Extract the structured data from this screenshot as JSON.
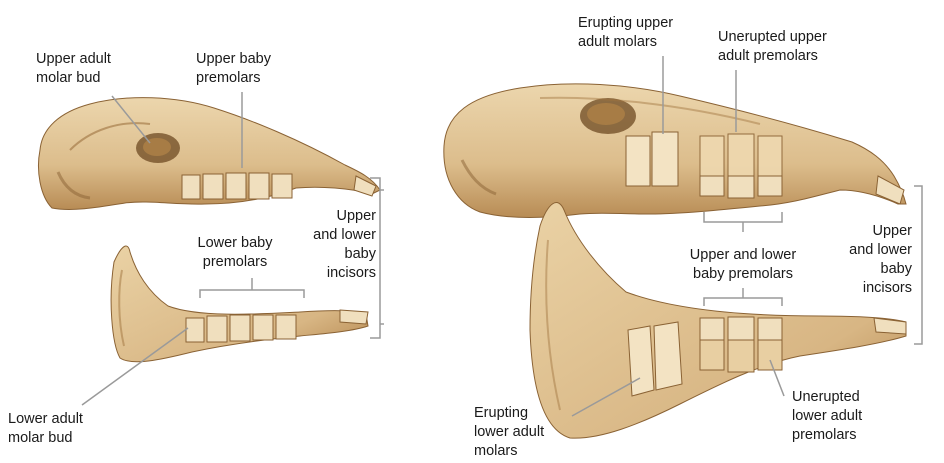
{
  "colors": {
    "bone": "#e3c79b",
    "bone_dark": "#b88c55",
    "bone_shadow": "#8a6234",
    "tooth": "#f0dfbe",
    "leader": "#9a9a9a",
    "text": "#1a1a1a"
  },
  "left_specimen": {
    "upper_adult_molar_bud": "Upper adult\nmolar bud",
    "upper_baby_premolars": "Upper baby\npremolars",
    "lower_baby_premolars": "Lower baby\npremolars",
    "upper_lower_baby_incisors": "Upper\nand lower\nbaby\nincisors",
    "lower_adult_molar_bud": "Lower adult\nmolar bud"
  },
  "right_specimen": {
    "erupting_upper_adult_molars": "Erupting upper\nadult molars",
    "unerupted_upper_adult_premolars": "Unerupted upper\nadult premolars",
    "upper_lower_baby_premolars": "Upper and lower\nbaby premolars",
    "upper_lower_baby_incisors": "Upper\nand lower\nbaby\nincisors",
    "erupting_lower_adult_molars": "Erupting\nlower adult\nmolars",
    "unerupted_lower_adult_premolars": "Unerupted\nlower adult\npremolars"
  }
}
